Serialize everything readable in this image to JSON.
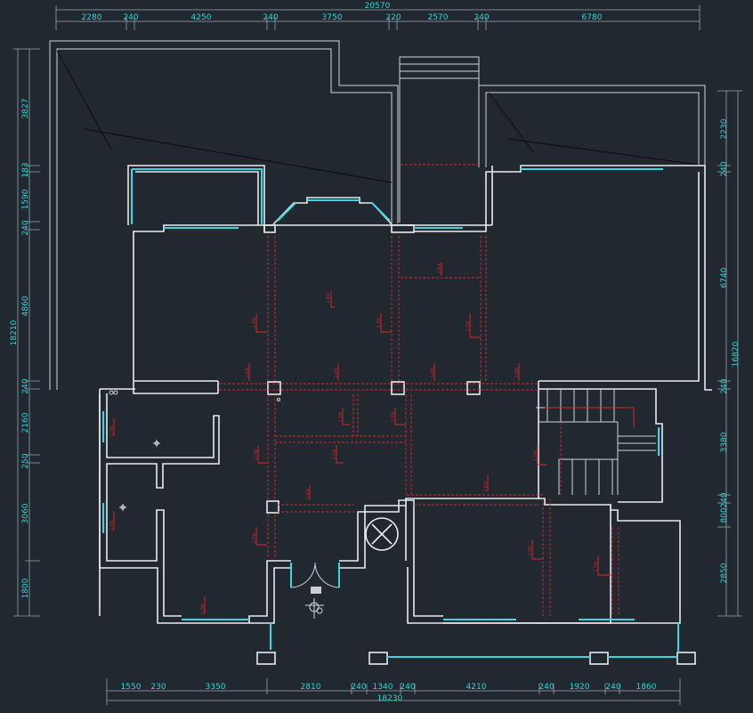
{
  "colors": {
    "background": "#212830",
    "dimension_text": "#2fd6d6",
    "walls": "#e8ecef",
    "windows": "#3ad7e0",
    "ceiling_lines": "#e0262c"
  },
  "dimensions": {
    "top_total": "20570",
    "top": [
      "2280",
      "240",
      "4250",
      "240",
      "3750",
      "220",
      "2570",
      "240",
      "6780"
    ],
    "bottom_total": "18230",
    "bottom": [
      "1550",
      "230",
      "3350",
      "2810",
      "240",
      "1340",
      "240",
      "4210",
      "240",
      "1920",
      "240",
      "1860"
    ],
    "left_total": "18210",
    "left": [
      "3827",
      "183",
      "1590",
      "240",
      "4860",
      "240",
      "2160",
      "250",
      "3060",
      "1800"
    ],
    "right_total": "16820",
    "right": [
      "2230",
      "240",
      "6740",
      "240",
      "3380",
      "240",
      "800",
      "2850"
    ]
  }
}
